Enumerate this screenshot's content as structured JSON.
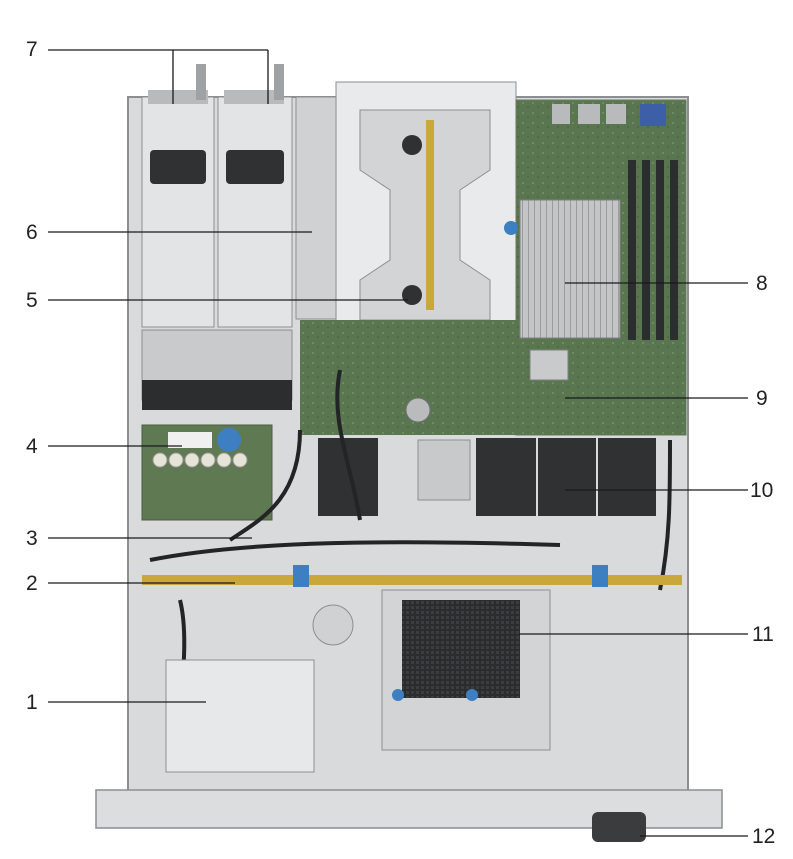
{
  "callouts": [
    {
      "id": "c1",
      "label": "1"
    },
    {
      "id": "c2",
      "label": "2"
    },
    {
      "id": "c3",
      "label": "3"
    },
    {
      "id": "c4",
      "label": "4"
    },
    {
      "id": "c5",
      "label": "5"
    },
    {
      "id": "c6",
      "label": "6"
    },
    {
      "id": "c7",
      "label": "7"
    },
    {
      "id": "c8",
      "label": "8"
    },
    {
      "id": "c9",
      "label": "9"
    },
    {
      "id": "c10",
      "label": "10"
    },
    {
      "id": "c11",
      "label": "11"
    },
    {
      "id": "c12",
      "label": "12"
    }
  ],
  "colors": {
    "chassis": "#d9dadb",
    "chassis_edge": "#8c8f92",
    "board_green": "#4f6b45",
    "heatsink": "#b9bbbd",
    "fan": "#2f3133",
    "cable": "#222426",
    "accent_blue": "#3d7fc1",
    "leader": "#1a1a1a"
  }
}
